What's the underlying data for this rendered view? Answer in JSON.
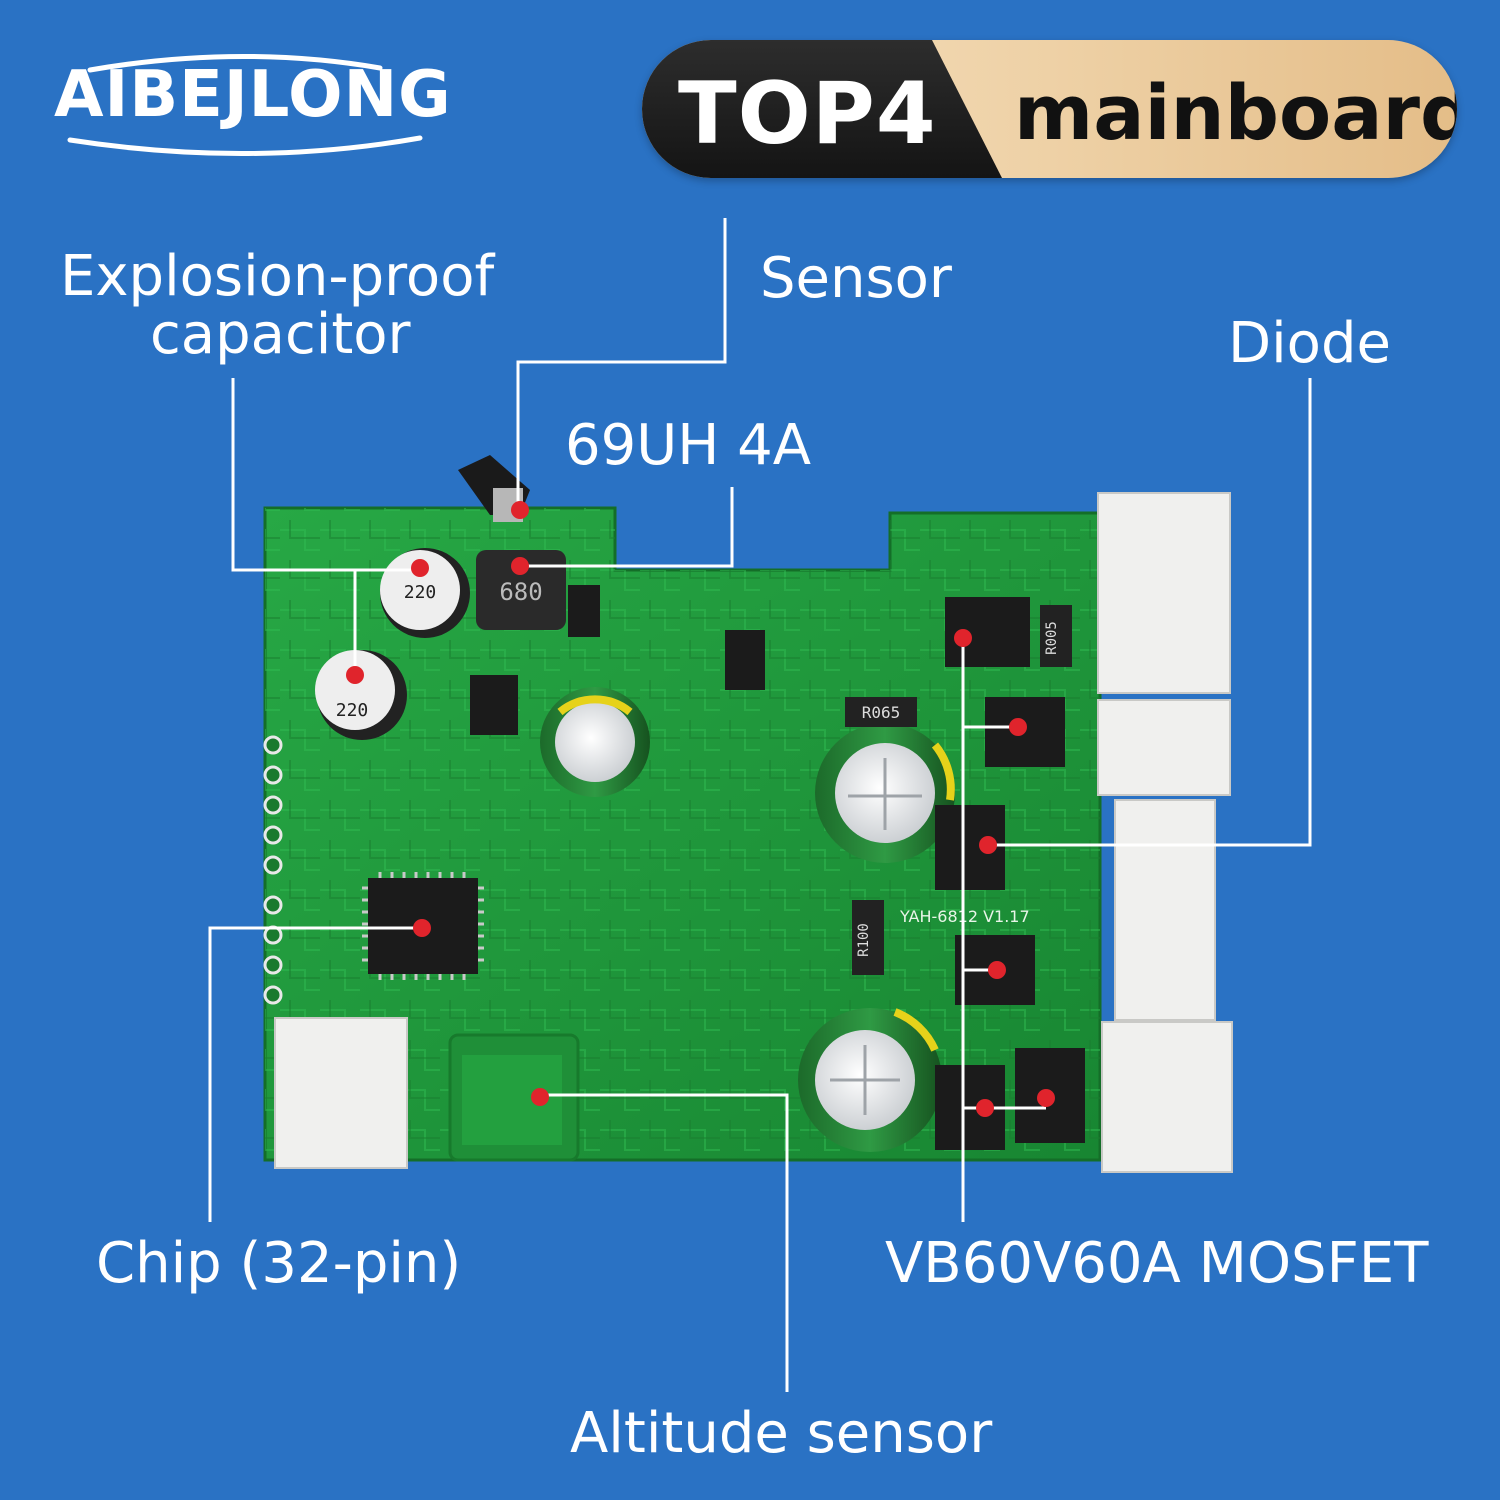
{
  "brand": {
    "name": "AIBEJLONG"
  },
  "title": {
    "model": "TOP4",
    "subtitle": "mainboard"
  },
  "labels": {
    "explosion_proof_capacitor": [
      "Explosion-proof",
      "capacitor"
    ],
    "sensor": "Sensor",
    "diode": "Diode",
    "inductor": "69UH 4A",
    "chip": "Chip (32-pin)",
    "mosfet": "VB60V60A MOSFET",
    "altitude_sensor": "Altitude sensor"
  },
  "board": {
    "silkscreen_model": "YAH-6812  V1.17",
    "inductor_marking": "680",
    "capacitor_marking_1": "220",
    "capacitor_marking_2": "220",
    "resistor_marking_1": "R005",
    "resistor_marking_2": "R065",
    "resistor_marking_3": "R100"
  },
  "colors": {
    "background": "#2a72c4",
    "pcb": "#1f9a3a",
    "marker": "#e0242c",
    "leader_line": "#ffffff"
  }
}
